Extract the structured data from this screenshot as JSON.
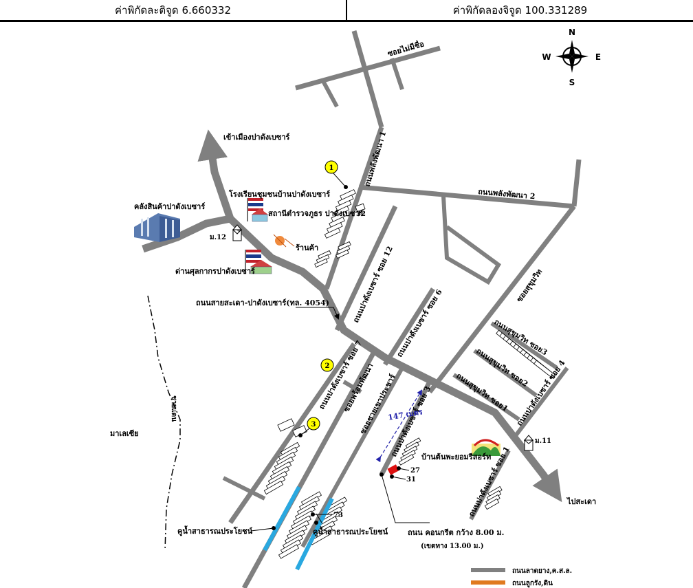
{
  "header": {
    "latitude": "ค่าพิกัดละติจูด 6.660332",
    "longitude": "ค่าพิกัดลองจิจูด 100.331289"
  },
  "compass": {
    "n": "N",
    "s": "S",
    "e": "E",
    "w": "W"
  },
  "labels": {
    "soi_no_name": "ซอยไม่มีชื่อ",
    "to_city": "เข้าเมืองปาดังเบซาร์",
    "warehouse": "คลังสินค้าปาดังเบซาร์",
    "school": "โรงเรียนชุมชนบ้านปาดังเบซาร์",
    "police": "สถานีตำรวจภูธร ปาดังเบซาร์",
    "customs": "ด่านศุลกากรปาดังเบซาร์",
    "shop": "ร้านค้า",
    "mo12": "ม.12",
    "mo11": "ม.11",
    "road_phattana1": "ถนนพลังพัฒนา 1",
    "road_phattana2": "ถนนพลังพัฒนา 2",
    "soi12": "ถนนปาดังเบซาร์ ซอย 12",
    "soi6": "ถนนปาดังเบซาร์ ซอย 6",
    "soi7": "ถนนปาดังเบซาร์ ซอย 7",
    "soi3": "ถนนปาดังเบซาร์ ซอย 3",
    "soi4": "ถนนปาดังเบซาร์ ซอย 4",
    "soi1": "ถนนปาดังเบซาร์ ซอย 1",
    "soi_phromphattana": "ซอยพร้อมพัฒนา",
    "soi_prachaphattana": "ซอยชายเขาประชาร์",
    "soi_sukhumvit": "ซอยสุขุมวิท",
    "ekkachai1": "ถนนสุขุมวิท ซอย1",
    "ekkachai2": "ถนนสุขุมวิท ซอย2",
    "ekkachai3": "ถนนสุขุมวิท ซอย3",
    "highway": "ถนนสายสะเดา-ปาดังเบซาร์(ทล. 4054)",
    "distance": "147 เมตร",
    "thai_border": "ชายแดน",
    "malaysia": "มาเลเซีย",
    "resort": "บ้านต้นพะยอมรีสอร์ท",
    "to_sadao": "ไปสะเดา",
    "canal1": "คูน้ำสาธารณประโยชน์",
    "canal2": "คูน้ำสาธารณประโยชน์",
    "concrete_road": "ถนน คอนกรีต กว้าง 8.00 ม.",
    "road_width": "(เขตทาง 13.00 ม.)",
    "plot32": "32",
    "plot27": "27",
    "plot31": "31",
    "plot73": "73",
    "marker1": "1",
    "marker2": "2",
    "marker3": "3"
  },
  "legend": {
    "asphalt": "ถนนลาดยาง,ค.ส.ล.",
    "laterite": "ถนนลูกรัง,ดิน"
  },
  "colors": {
    "road": "#808080",
    "laterite": "#e07a1f",
    "canal": "#29a8e0",
    "marker": "#ffff00",
    "highlight": "#dd1111",
    "distance": "#2222aa"
  }
}
